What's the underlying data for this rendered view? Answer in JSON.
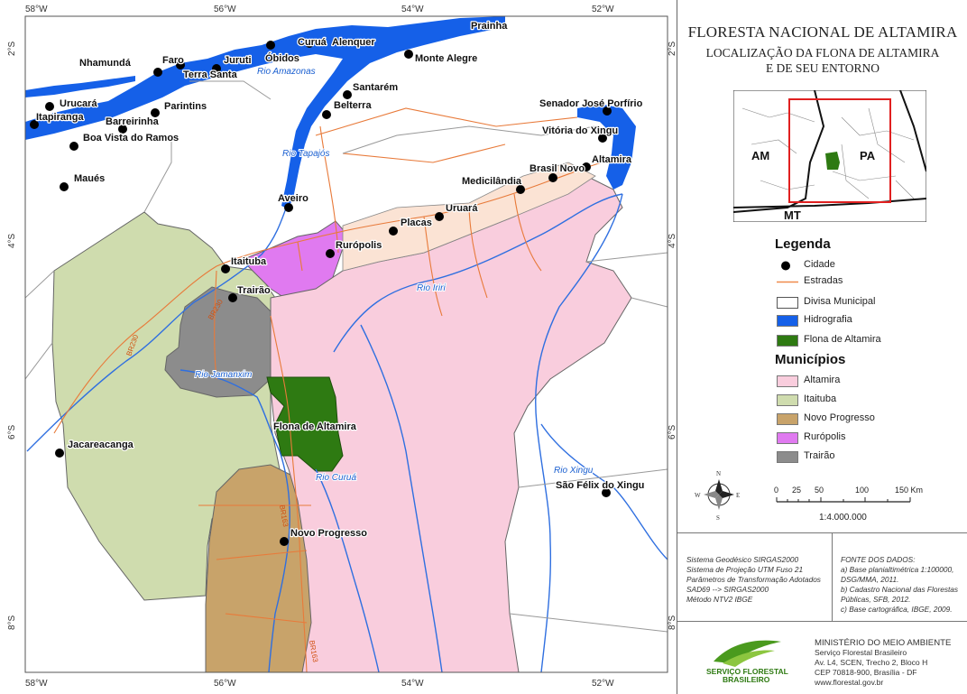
{
  "panel": {
    "title": "FLORESTA NACIONAL DE ALTAMIRA",
    "subtitle_line1": "LOCALIZAÇÃO DA FLONA DE ALTAMIRA",
    "subtitle_line2": "E DE SEU ENTORNO"
  },
  "inset": {
    "labels": [
      "AM",
      "PA",
      "MT"
    ]
  },
  "legend": {
    "title": "Legenda",
    "items": [
      {
        "label": "Cidade",
        "symbol": "dot",
        "color": "#000000"
      },
      {
        "label": "Estradas",
        "symbol": "line",
        "color": "#f08a4b"
      },
      {
        "label": "Divisa Municipal",
        "symbol": "outline",
        "color": "#ffffff"
      },
      {
        "label": "Hidrografia",
        "symbol": "fill",
        "color": "#1560e8"
      },
      {
        "label": "Flona de Altamira",
        "symbol": "fill",
        "color": "#2e7a12"
      }
    ],
    "municipios_title": "Municípios",
    "municipios": [
      {
        "label": "Altamira",
        "color": "#f9cddd"
      },
      {
        "label": "Itaituba",
        "color": "#cfdcae"
      },
      {
        "label": "Novo Progresso",
        "color": "#c8a36a"
      },
      {
        "label": "Rurópolis",
        "color": "#e07af0"
      },
      {
        "label": "Trairão",
        "color": "#8c8c8c"
      }
    ]
  },
  "scale": {
    "ticks": [
      "0",
      "25",
      "50",
      "100",
      "150 Km"
    ],
    "ratio": "1:4.000.000",
    "north": "N",
    "south": "S",
    "east": "E",
    "west": "W"
  },
  "system_info": [
    "Sistema Geodésico SIRGAS2000",
    "Sistema de Projeção UTM Fuso 21",
    "Parâmetros de Transformação Adotados",
    "SAD69 --> SIRGAS2000",
    "Método NTV2 IBGE"
  ],
  "sources": {
    "title": "FONTE DOS DADOS:",
    "lines": [
      "a) Base planialtimétrica 1:100000,",
      "DSG/MMA, 2011.",
      "b) Cadastro Nacional das Florestas",
      "Públicas, SFB, 2012.",
      "c) Base cartográfica, IBGE, 2009."
    ]
  },
  "ministry": {
    "head": "MINISTÉRIO DO MEIO AMBIENTE",
    "lines": [
      "Serviço Florestal Brasileiro",
      "Av. L4, SCEN, Trecho 2, Bloco H",
      "CEP 70818-900, Brasília - DF",
      "www.florestal.gov.br"
    ],
    "logo_text1": "SERVIÇO FLORESTAL",
    "logo_text2": "BRASILEIRO"
  },
  "map": {
    "top_ticks": [
      "58°W",
      "56°W",
      "54°W",
      "52°W"
    ],
    "bottom_ticks": [
      "58°W",
      "56°W",
      "54°W",
      "52°W"
    ],
    "left_ticks": [
      "2°S",
      "4°S",
      "6°S",
      "8°S"
    ],
    "right_ticks": [
      "2°S",
      "4°S",
      "6°S",
      "8°S"
    ],
    "cities": [
      "Nhamundá",
      "Faro",
      "Juruti",
      "Óbidos",
      "Curuá",
      "Alenquer",
      "Prainha",
      "Terra Santa",
      "Monte Alegre",
      "Urucará",
      "Itapiranga",
      "Parintins",
      "Santarém",
      "Belterra",
      "Barreirinha",
      "Boa Vista do Ramos",
      "Senador José Porfírio",
      "Vitória do Xingu",
      "Maués",
      "Altamira",
      "Brasil Novo",
      "Medicilândia",
      "Aveiro",
      "Uruará",
      "Placas",
      "Rurópolis",
      "Itaituba",
      "Trairão",
      "Flona de Altamira",
      "Jacareacanga",
      "São Félix do Xingu",
      "Novo Progresso"
    ],
    "rivers": [
      "Rio Amazonas",
      "Rio Tapajós",
      "Rio Iriri",
      "Rio Jamanxim",
      "Rio Curuá",
      "Rio Xingu"
    ],
    "roads": [
      "BR230",
      "BR230",
      "BR163",
      "BR163"
    ]
  }
}
